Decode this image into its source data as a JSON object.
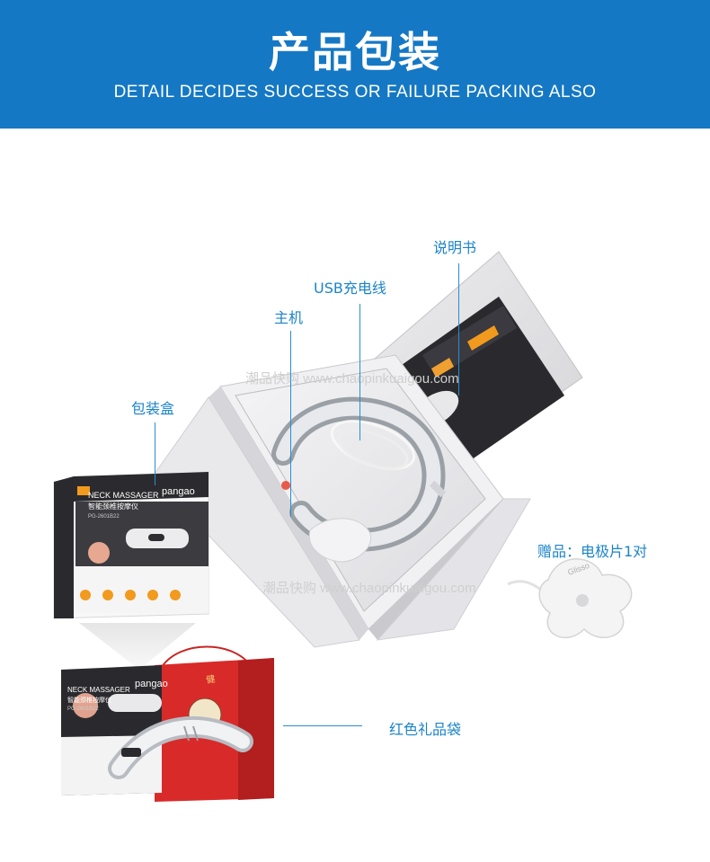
{
  "header": {
    "title": "产品包装",
    "subtitle": "DETAIL DECIDES SUCCESS OR FAILURE PACKING ALSO"
  },
  "labels": {
    "manual": "说明书",
    "usb_cable": "USB充电线",
    "main_unit": "主机",
    "package_box": "包装盒",
    "gift": "赠品：电极片1对",
    "red_bag": "红色礼品袋"
  },
  "watermarks": {
    "top": "潮品快购 www.chaopinkuaigou.com",
    "middle": "潮品快购 www.chaopinkuaigou.com"
  },
  "product_box": {
    "brand": "pangao",
    "name_en": "NECK MASSAGER",
    "name_cn": "智能颈椎按摩仪",
    "model": "PG-2601B22"
  },
  "colors": {
    "header_bg": "#1578c4",
    "label_blue": "#1b84c9",
    "bag_red": "#d92a2a"
  }
}
